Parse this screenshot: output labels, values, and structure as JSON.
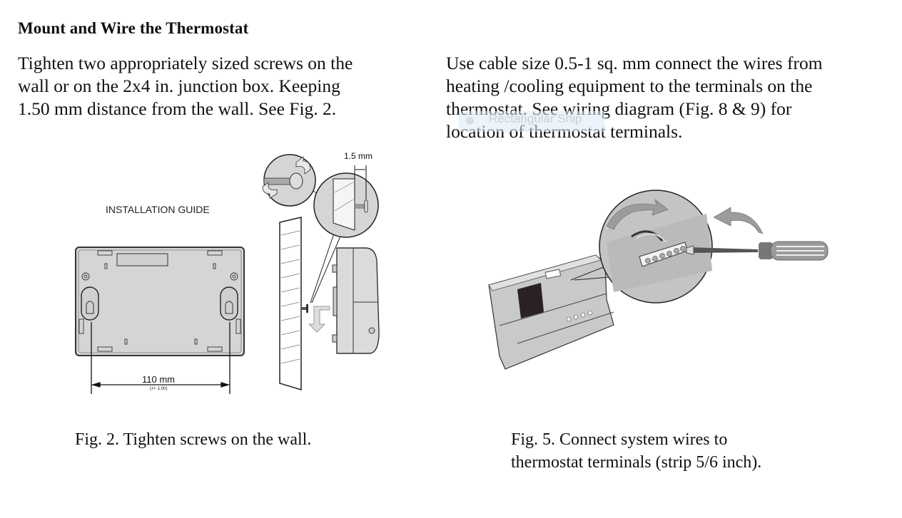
{
  "document": {
    "heading": "Mount and Wire the Thermostat",
    "left_paragraph": "Tighten two appropriately sized screws on the\nwall or on the 2x4 in. junction box. Keeping\n1.50 mm distance from the wall. See Fig. 2.",
    "right_paragraph": "Use cable size 0.5-1 sq. mm connect the wires from\nheating /cooling equipment to the terminals on the\nthermostat. See wiring diagram (Fig. 8 & 9) for\nlocation of thermostat terminals."
  },
  "figures": {
    "fig2": {
      "title": "INSTALLATION GUIDE",
      "spacing_label": "110 mm",
      "tolerance_label": "(+/- 1.00)",
      "gap_label": "1.5 mm",
      "caption": "Fig. 2. Tighten screws on the wall."
    },
    "fig5": {
      "caption": "Fig. 5. Connect system wires to\nthermostat terminals (strip 5/6 inch)."
    }
  },
  "overlay": {
    "snip_tooltip": "Rectangular Snip"
  }
}
